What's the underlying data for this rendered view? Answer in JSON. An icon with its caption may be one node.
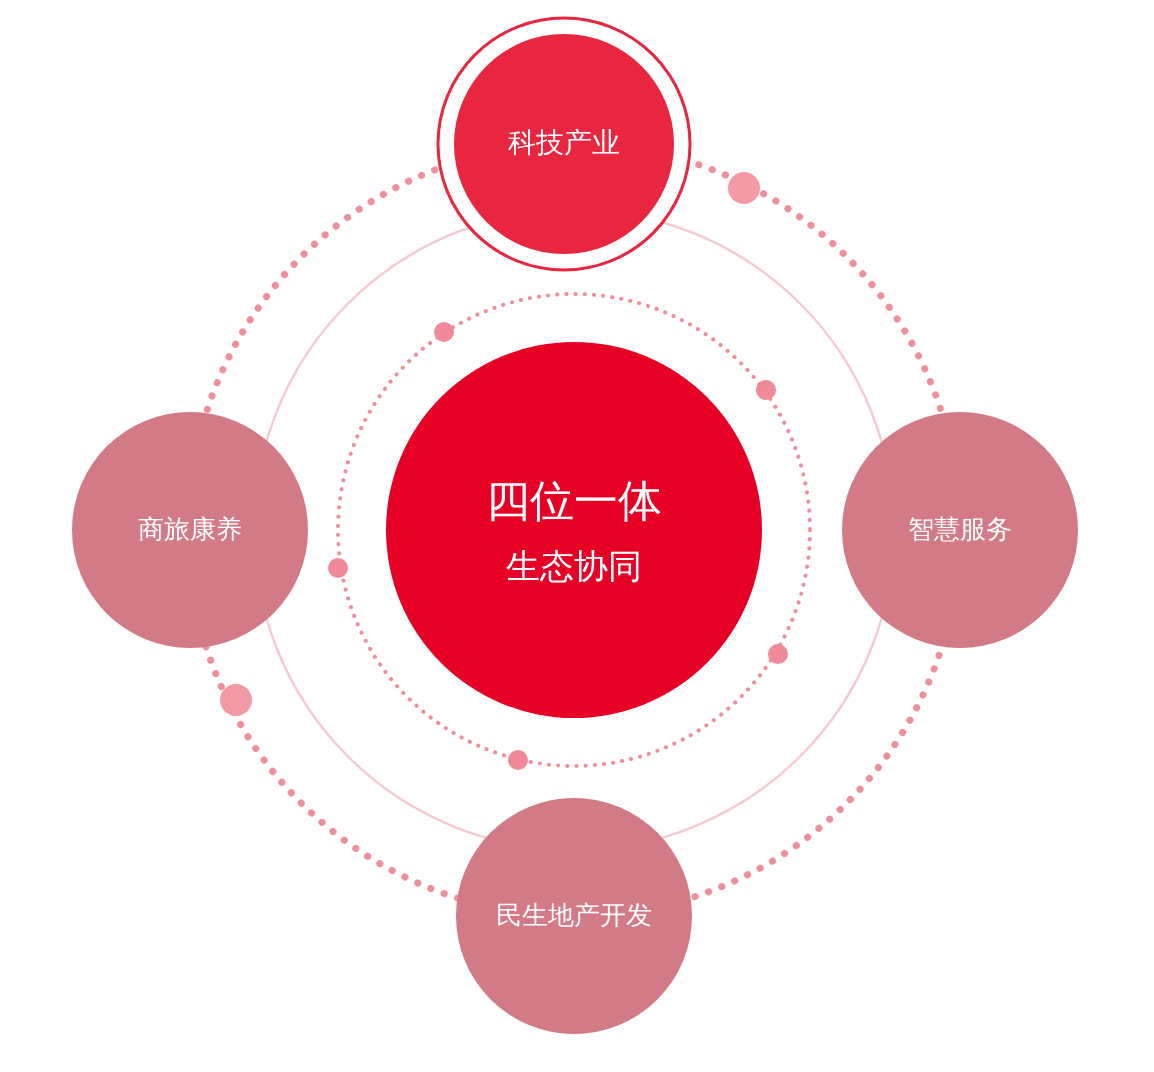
{
  "diagram": {
    "nodes": [
      {
        "text": [
          "四位一体",
          "生态协同"
        ]
      },
      {
        "text": [
          "科技产业"
        ]
      },
      {
        "text": [
          "商旅康养"
        ]
      },
      {
        "text": [
          "智慧服务"
        ]
      },
      {
        "text": [
          "民生地产开发"
        ]
      }
    ]
  }
}
